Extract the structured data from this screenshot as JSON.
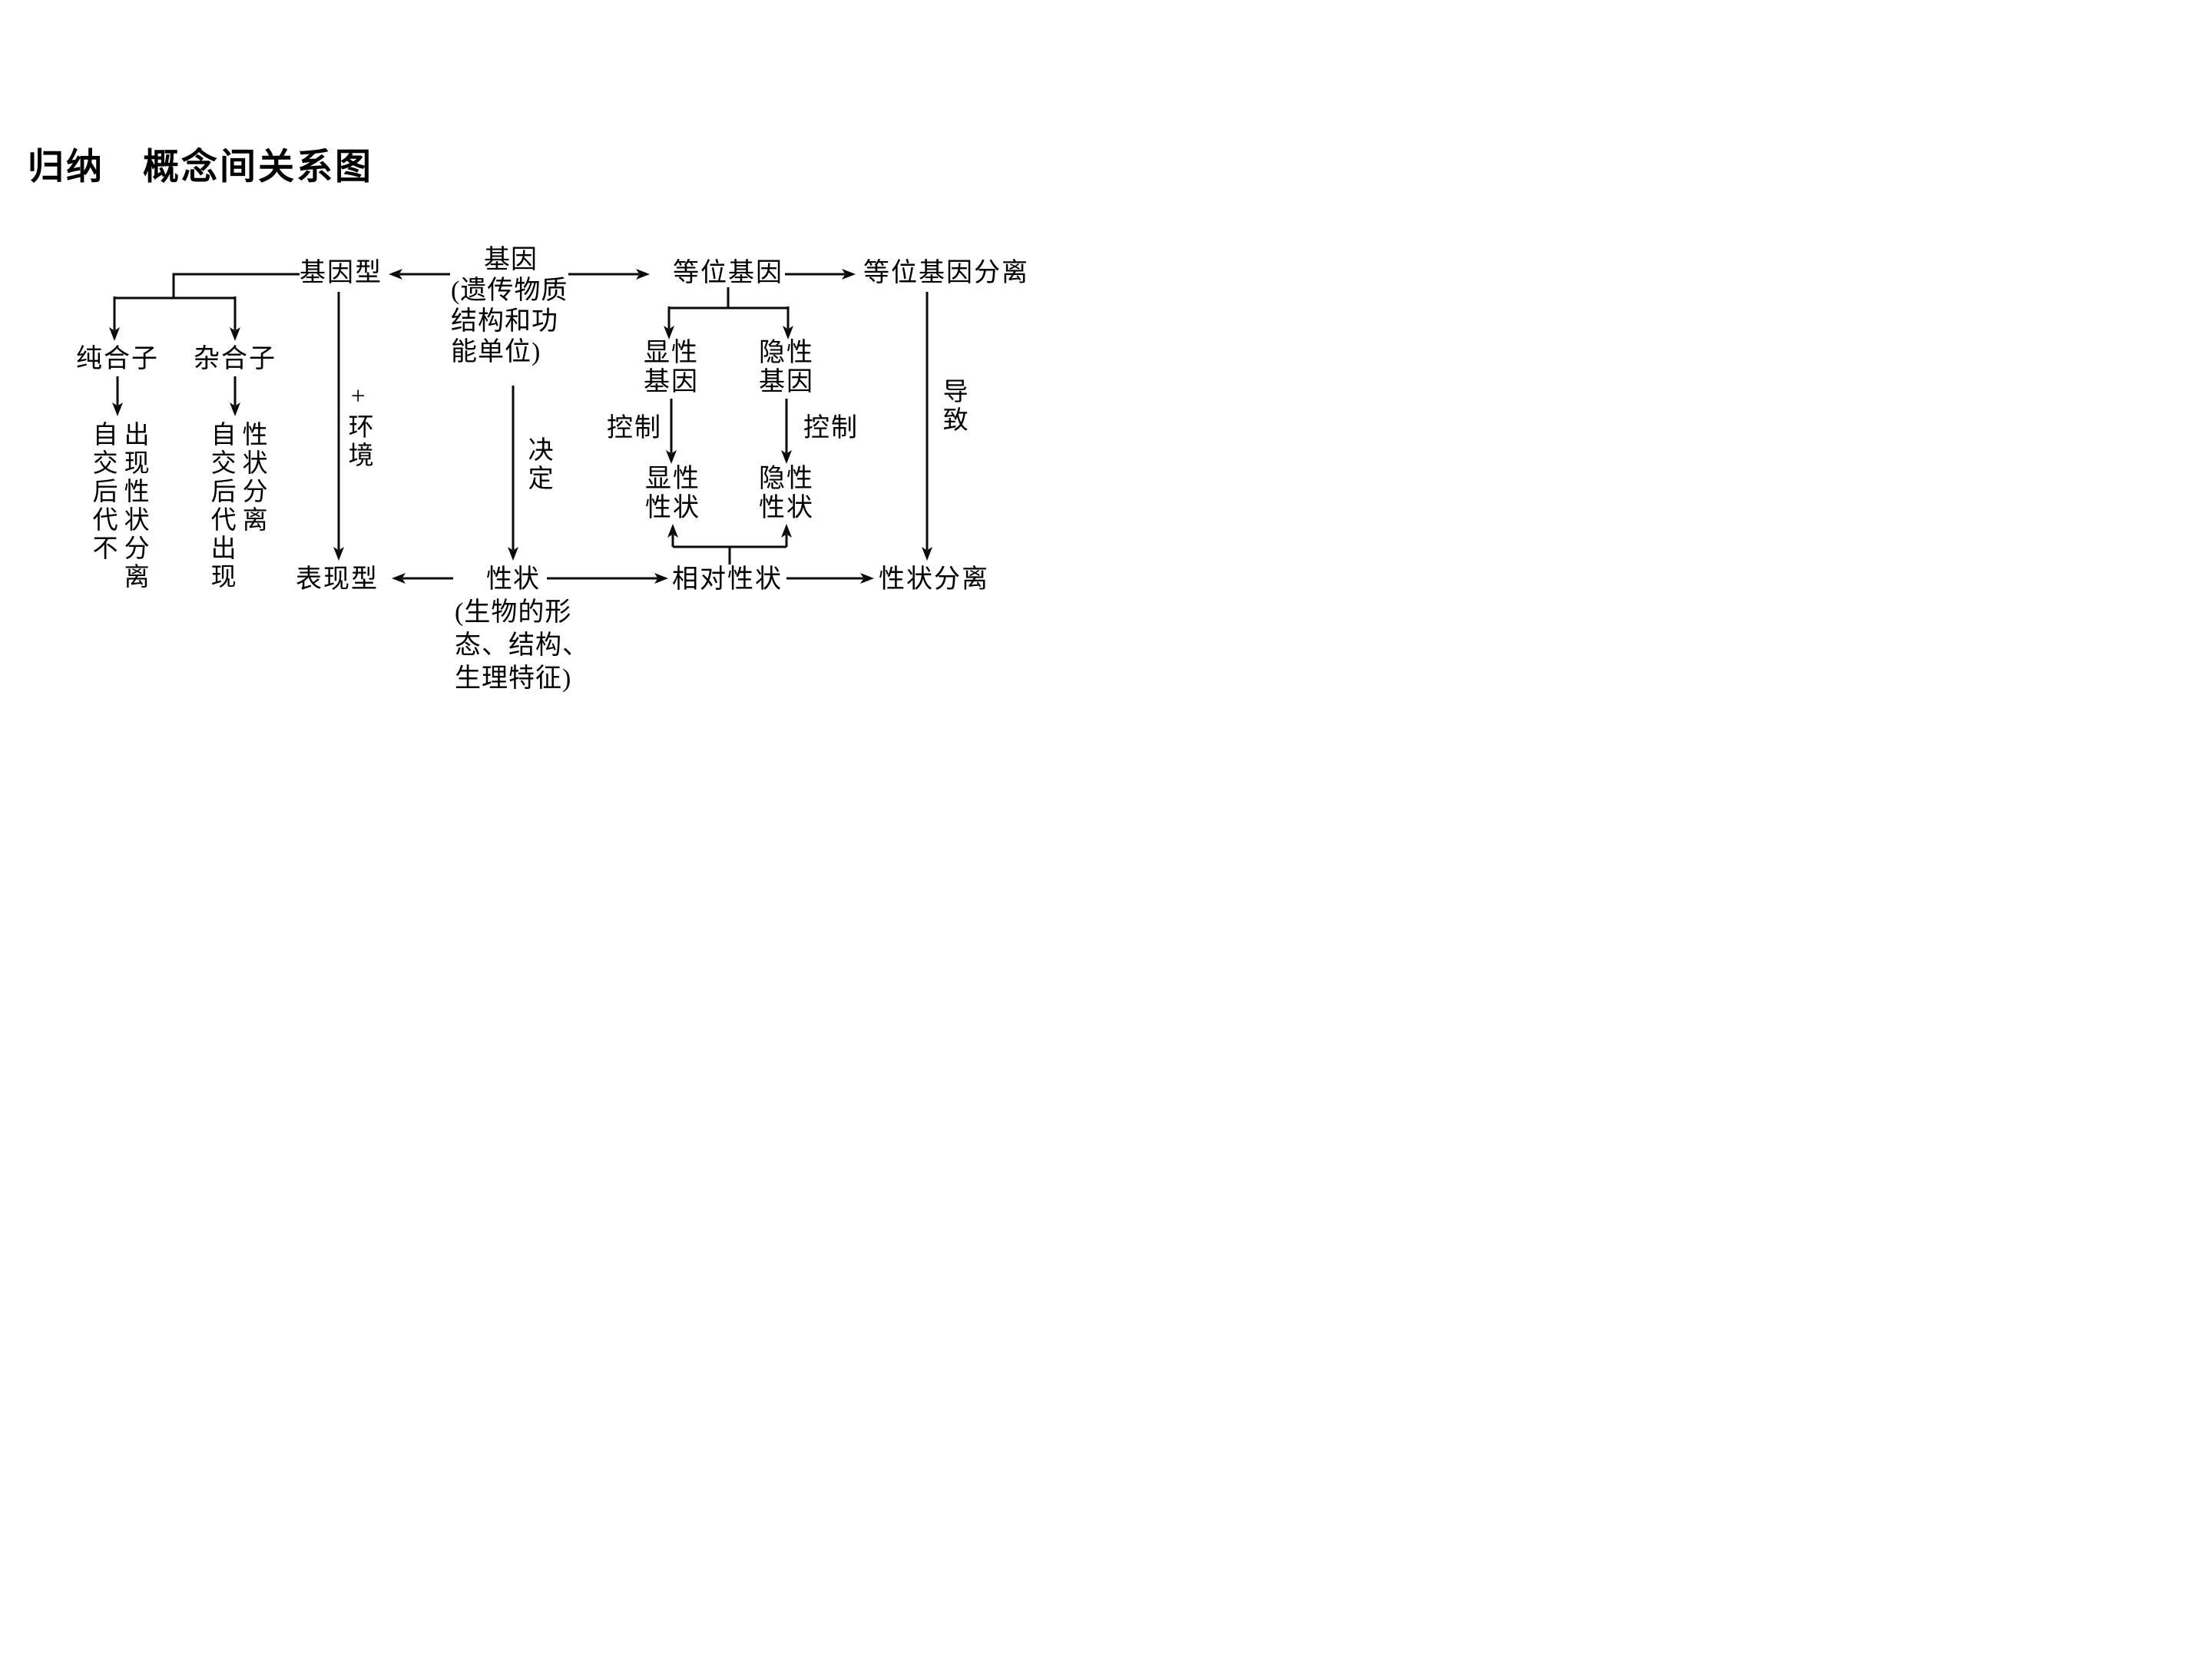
{
  "title": "归纳　概念间关系图",
  "diagram": {
    "nodes": {
      "gene": {
        "label": "基因",
        "note_line1": "(遗传物质",
        "note_line2": "结构和功",
        "note_line3": "能单位)"
      },
      "genotype": {
        "label": "基因型"
      },
      "alleles": {
        "label": "等位基因"
      },
      "allele_segregation": {
        "label": "等位基因分离"
      },
      "homozygote": {
        "label": "纯合子"
      },
      "heterozygote": {
        "label": "杂合子"
      },
      "homozygote_result": {
        "col1": "自交后代不",
        "col2": "出现性状分离"
      },
      "heterozygote_result": {
        "col1": "自交后代出现",
        "col2": "性状分离"
      },
      "phenotype": {
        "label": "表现型"
      },
      "trait": {
        "label": "性状",
        "note_line1": "(生物的形",
        "note_line2": "态、结构、",
        "note_line3": "生理特征)"
      },
      "relative_trait": {
        "label": "相对性状"
      },
      "trait_segregation": {
        "label": "性状分离"
      },
      "dominant_gene": {
        "line1": "显性",
        "line2": "基因"
      },
      "recessive_gene": {
        "line1": "隐性",
        "line2": "基因"
      },
      "dominant_trait": {
        "line1": "显性",
        "line2": "性状"
      },
      "recessive_trait": {
        "line1": "隐性",
        "line2": "性状"
      }
    },
    "edge_labels": {
      "plus_environment": "+环境",
      "determines": "决定",
      "control_left": "控制",
      "control_right": "控制",
      "leads_to": "导致"
    },
    "colors": {
      "ink": "#0a0a0a",
      "background": "#ffffff"
    }
  }
}
